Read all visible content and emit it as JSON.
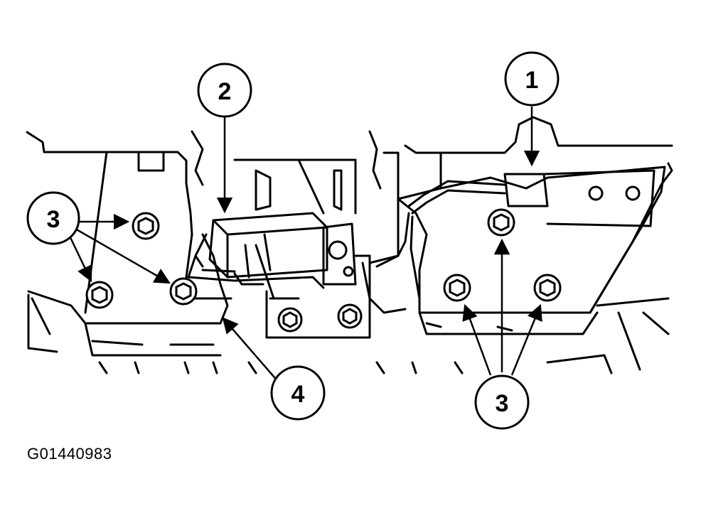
{
  "figure": {
    "figure_id": "G01440983"
  },
  "callouts": [
    {
      "id": "c1",
      "label": "1"
    },
    {
      "id": "c2",
      "label": "2"
    },
    {
      "id": "c3a",
      "label": "3"
    },
    {
      "id": "c3b",
      "label": "3"
    },
    {
      "id": "c4",
      "label": "4"
    }
  ],
  "colors": {
    "line": "#000000",
    "background": "#ffffff"
  }
}
